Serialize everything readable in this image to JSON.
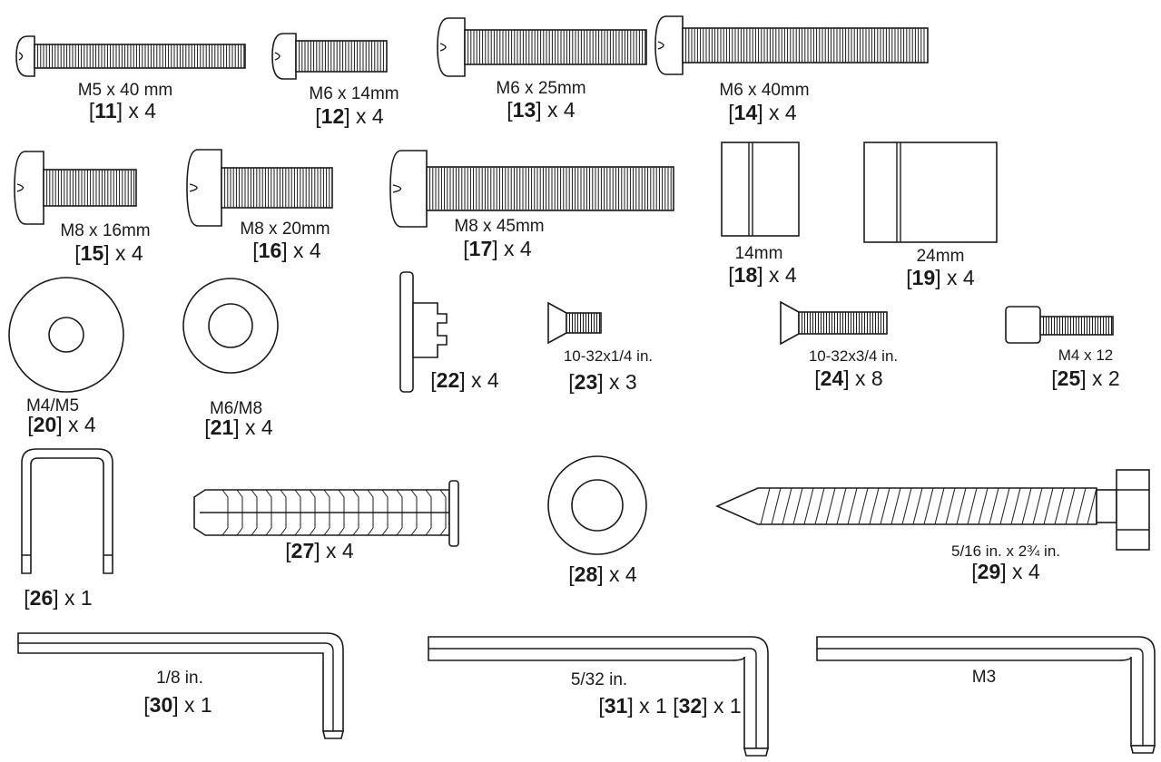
{
  "parts": [
    {
      "id": "p11",
      "icon": "pan-head-bolt-icon",
      "dim": "M5 x 40 mm",
      "num": "11",
      "qty": "x 4"
    },
    {
      "id": "p12",
      "icon": "pan-head-bolt-icon",
      "dim": "M6 x 14mm",
      "num": "12",
      "qty": "x 4"
    },
    {
      "id": "p13",
      "icon": "pan-head-bolt-icon",
      "dim": "M6 x 25mm",
      "num": "13",
      "qty": "x 4"
    },
    {
      "id": "p14",
      "icon": "pan-head-bolt-icon",
      "dim": "M6 x 40mm",
      "num": "14",
      "qty": "x 4"
    },
    {
      "id": "p15",
      "icon": "pan-head-bolt-icon",
      "dim": "M8 x 16mm",
      "num": "15",
      "qty": "x 4"
    },
    {
      "id": "p16",
      "icon": "pan-head-bolt-icon",
      "dim": "M8 x 20mm",
      "num": "16",
      "qty": "x 4"
    },
    {
      "id": "p17",
      "icon": "pan-head-bolt-icon",
      "dim": "M8 x 45mm",
      "num": "17",
      "qty": "x 4"
    },
    {
      "id": "p18",
      "icon": "spacer-icon",
      "dim": "14mm",
      "num": "18",
      "qty": "x 4"
    },
    {
      "id": "p19",
      "icon": "spacer-icon",
      "dim": "24mm",
      "num": "19",
      "qty": "x 4"
    },
    {
      "id": "p20",
      "icon": "washer-icon",
      "dim": "M4/M5",
      "num": "20",
      "qty": "x 4"
    },
    {
      "id": "p21",
      "icon": "washer-icon",
      "dim": "M6/M8",
      "num": "21",
      "qty": "x 4"
    },
    {
      "id": "p22",
      "icon": "clip-icon",
      "dim": "",
      "num": "22",
      "qty": "x 4"
    },
    {
      "id": "p23",
      "icon": "flat-head-screw-icon",
      "dim": "10-32x1/4 in.",
      "num": "23",
      "qty": "x 3"
    },
    {
      "id": "p24",
      "icon": "flat-head-screw-icon",
      "dim": "10-32x3/4 in.",
      "num": "24",
      "qty": "x 8"
    },
    {
      "id": "p25",
      "icon": "socket-cap-screw-icon",
      "dim": "M4 x 12",
      "num": "25",
      "qty": "x 2"
    },
    {
      "id": "p26",
      "icon": "u-bracket-icon",
      "dim": "",
      "num": "26",
      "qty": "x 1"
    },
    {
      "id": "p27",
      "icon": "wall-anchor-icon",
      "dim": "",
      "num": "27",
      "qty": "x 4"
    },
    {
      "id": "p28",
      "icon": "washer-icon",
      "dim": "",
      "num": "28",
      "qty": "x 4"
    },
    {
      "id": "p29",
      "icon": "lag-bolt-icon",
      "dim": "5/16 in. x 2¾  in.",
      "num": "29",
      "qty": "x 4"
    }
  ],
  "wrenches": [
    {
      "id": "w30",
      "icon": "hex-key-icon",
      "dim": "1/8 in.",
      "items": [
        {
          "num": "30",
          "qty": "x 1"
        }
      ]
    },
    {
      "id": "w31",
      "icon": "hex-key-icon",
      "dim": "5/32 in.",
      "items": [
        {
          "num": "31",
          "qty": "x 1"
        },
        {
          "num": "32",
          "qty": "x 1"
        }
      ]
    },
    {
      "id": "w33",
      "icon": "hex-key-icon",
      "dim": "M3",
      "items": []
    }
  ]
}
